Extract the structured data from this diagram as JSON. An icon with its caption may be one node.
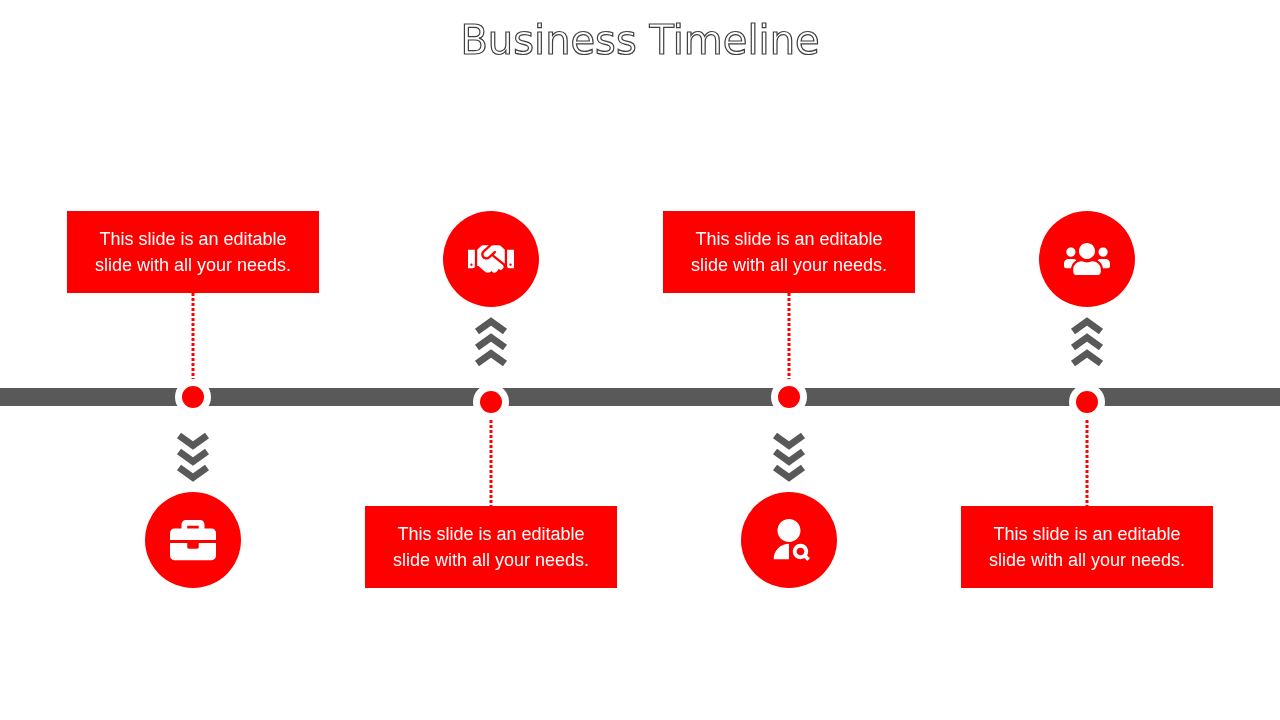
{
  "diagram": {
    "title": "Business Timeline",
    "nodes": [
      {
        "text": [
          "This slide is an editable slide with all your needs."
        ]
      },
      {
        "text": [],
        "shape": "circle"
      },
      {
        "text": [
          "This slide is an editable slide with all your needs."
        ]
      },
      {
        "text": [],
        "shape": "circle"
      },
      {
        "text": [],
        "shape": "circle"
      },
      {
        "text": [],
        "shape": "circle"
      },
      {
        "text": [],
        "shape": "circle"
      },
      {
        "text": [],
        "shape": "circle"
      },
      {
        "text": [],
        "shape": "circle"
      },
      {
        "text": [
          "This slide is an editable slide with all your needs."
        ]
      },
      {
        "text": [],
        "shape": "circle"
      },
      {
        "text": [
          "This slide is an editable slide with all your needs."
        ]
      },
      {
        "text": [],
        "shape": "bar"
      }
    ],
    "edges": [
      {
        "from": 0,
        "to": 4,
        "arrow": "none",
        "style": "dashed",
        "color": "#ff0000"
      },
      {
        "from": 4,
        "to": 8,
        "arrow": "to",
        "style": "thick",
        "color": "#595959"
      },
      {
        "from": 5,
        "to": 1,
        "arrow": "to",
        "style": "thick",
        "color": "#595959"
      },
      {
        "from": 5,
        "to": 9,
        "arrow": "none",
        "style": "dashed",
        "color": "#ff0000"
      },
      {
        "from": 2,
        "to": 6,
        "arrow": "none",
        "style": "dashed",
        "color": "#ff0000"
      },
      {
        "from": 6,
        "to": 10,
        "arrow": "to",
        "style": "thick",
        "color": "#595959"
      },
      {
        "from": 7,
        "to": 3,
        "arrow": "to",
        "style": "thick",
        "color": "#595959"
      },
      {
        "from": 7,
        "to": 11,
        "arrow": "none",
        "style": "dashed",
        "color": "#ff0000"
      }
    ]
  }
}
